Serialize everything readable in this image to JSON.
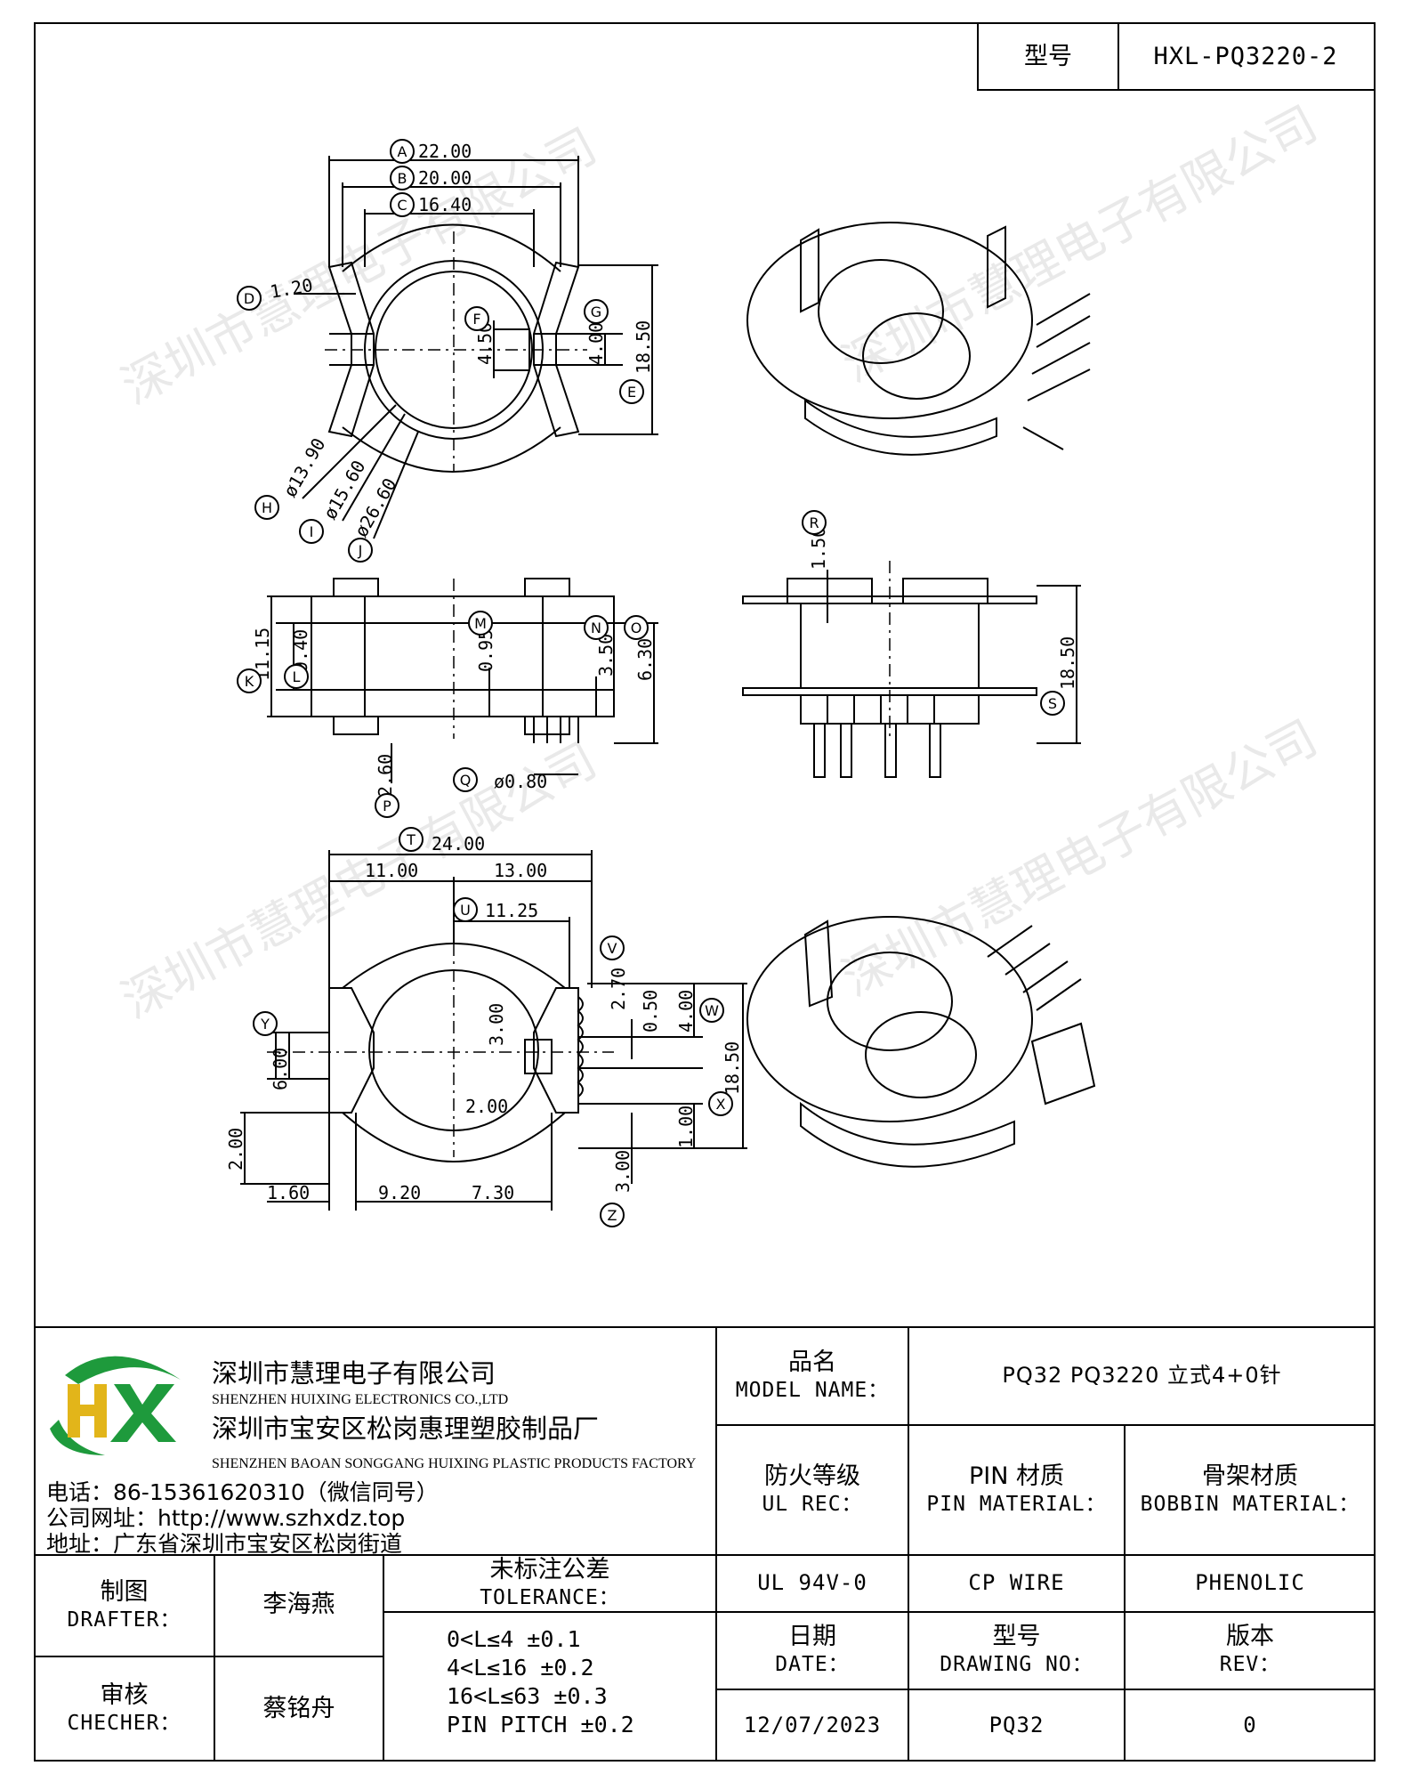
{
  "header": {
    "model_label": "型号",
    "model_value": "HXL-PQ3220-2"
  },
  "watermark": "深圳市慧理电子有限公司",
  "dimensions": {
    "A": "22.00",
    "B": "20.00",
    "C": "16.40",
    "D": "1.20",
    "F": "4.50",
    "G": "4.00",
    "E": "18.50",
    "H": "ø13.90",
    "I": "ø15.60",
    "J": "ø26.60",
    "K": "11.15",
    "L": "9.40",
    "M": "0.95",
    "N": "3.50",
    "O": "6.30",
    "P": "2.60",
    "Q": "ø0.80",
    "R": "1.50",
    "S": "18.50",
    "T": "24.00",
    "T1": "11.00",
    "T2": "13.00",
    "U": "11.25",
    "V": "2.70",
    "V1": "0.50",
    "W": "4.00",
    "X": "18.50",
    "X1": "1.00",
    "Y": "6.00",
    "Y1": "2.00",
    "C3": "3.00",
    "C2": "2.00",
    "B1": "1.60",
    "B2": "9.20",
    "B3": "7.30",
    "Z": "3.00"
  },
  "labels": [
    "A",
    "B",
    "C",
    "D",
    "E",
    "F",
    "G",
    "H",
    "I",
    "J",
    "K",
    "L",
    "M",
    "N",
    "O",
    "P",
    "Q",
    "R",
    "S",
    "T",
    "U",
    "V",
    "W",
    "X",
    "Y",
    "Z"
  ],
  "company": {
    "name_cn": "深圳市慧理电子有限公司",
    "name_en": "SHENZHEN HUIXING ELECTRONICS CO.,LTD",
    "factory_cn": "深圳市宝安区松岗惠理塑胶制品厂",
    "factory_en": "SHENZHEN BAOAN SONGGANG HUIXING PLASTIC PRODUCTS FACTORY",
    "phone": "电话：86-15361620310（微信同号）",
    "website": "公司网址：http://www.szhxdz.top",
    "address": "地址：广东省深圳市宝安区松岗街道"
  },
  "title_block": {
    "model_name_cn": "品名",
    "model_name_en": "MODEL NAME：",
    "model_name_value": "PQ32 PQ3220 立式4+0针",
    "ul_cn": "防火等级",
    "ul_en": "UL REC：",
    "ul_value": "UL 94V-0",
    "pin_cn": "PIN 材质",
    "pin_en": "PIN MATERIAL：",
    "pin_value": "CP WIRE",
    "bobbin_cn": "骨架材质",
    "bobbin_en": "BOBBIN MATERIAL：",
    "bobbin_value": "PHENOLIC",
    "drafter_cn": "制图",
    "drafter_en": "DRAFTER：",
    "drafter_value": "李海燕",
    "checker_cn": "审核",
    "checker_en": "CHECHER：",
    "checker_value": "蔡铭舟",
    "tolerance_cn": "未标注公差",
    "tolerance_en": "TOLERANCE：",
    "tolerance_lines": [
      "0<L≤4  ±0.1",
      "4<L≤16 ±0.2",
      "16<L≤63 ±0.3",
      "PIN PITCH ±0.2"
    ],
    "date_cn": "日期",
    "date_en": "DATE：",
    "date_value": "12/07/2023",
    "drawing_cn": "型号",
    "drawing_en": "DRAWING NO：",
    "drawing_value": "PQ32",
    "rev_cn": "版本",
    "rev_en": "REV：",
    "rev_value": "0"
  },
  "logo": {
    "letters": "HX",
    "green": "#1e9a3c",
    "yellow": "#e2b51a"
  }
}
